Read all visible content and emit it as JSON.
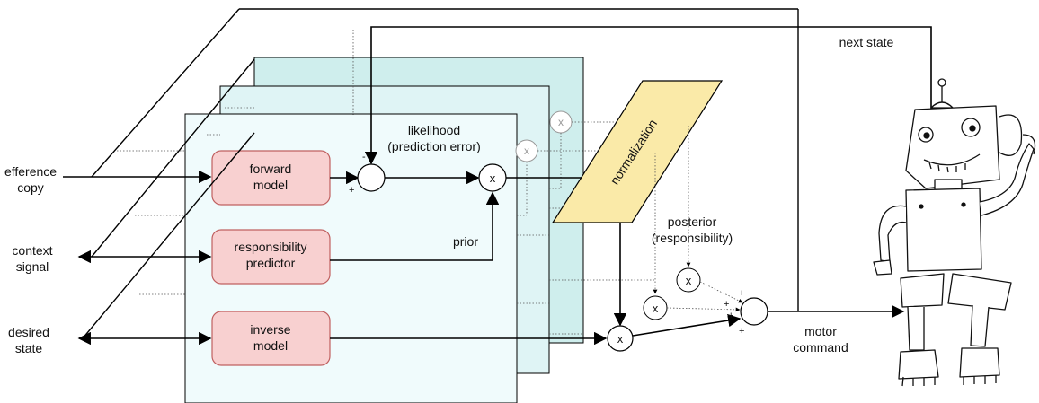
{
  "inputs": {
    "efference_copy": [
      "efference",
      "copy"
    ],
    "context_signal": [
      "context",
      "signal"
    ],
    "desired_state": [
      "desired",
      "state"
    ]
  },
  "modules": {
    "forward_model": [
      "forward",
      "model"
    ],
    "responsibility_predictor": [
      "responsibility",
      "predictor"
    ],
    "inverse_model": [
      "inverse",
      "model"
    ]
  },
  "labels": {
    "likelihood": [
      "likelihood",
      "(prediction error)"
    ],
    "prior": "prior",
    "normalization": "normalization",
    "posterior": [
      "posterior",
      "(responsibility)"
    ],
    "next_state": "next state",
    "motor_command": [
      "motor",
      "command"
    ]
  },
  "operators": {
    "multiply": "x",
    "minus": "-",
    "plus": "+"
  },
  "colors": {
    "module_fill": "#f8d0d0",
    "module_stroke": "#c06060",
    "layer_front": "#f0fbfc",
    "layer_mid": "#dff4f5",
    "layer_back": "#cfeeed",
    "normalization_fill": "#faeaa8"
  },
  "icons": [
    "robot-illustration"
  ]
}
